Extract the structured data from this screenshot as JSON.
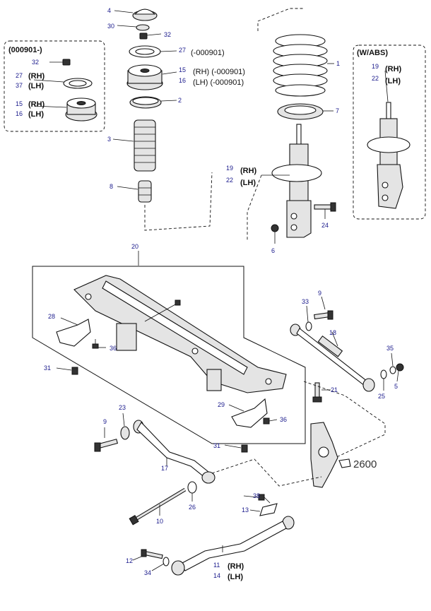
{
  "callouts": {
    "c1": "1",
    "c2": "2",
    "c3": "3",
    "c4": "4",
    "c5": "5",
    "c6": "6",
    "c7": "7",
    "c8": "8",
    "c9a": "9",
    "c9b": "9",
    "c10": "10",
    "c11": "11",
    "c12": "12",
    "c13": "13",
    "c14": "14",
    "c15a": "15",
    "c15b": "15",
    "c16a": "16",
    "c16b": "16",
    "c17": "17",
    "c18": "18",
    "c19a": "19",
    "c19b": "19",
    "c20": "20",
    "c21": "21",
    "c22a": "22",
    "c22b": "22",
    "c23": "23",
    "c24": "24",
    "c25": "25",
    "c26": "26",
    "c27a": "27",
    "c27b": "27",
    "c28": "28",
    "c29": "29",
    "c30": "30",
    "c31a": "31",
    "c31b": "31",
    "c32a": "32",
    "c32b": "32",
    "c33": "33",
    "c34": "34",
    "c35": "35",
    "c36a": "36",
    "c36b": "36",
    "c37": "37",
    "c38": "38"
  },
  "labels": {
    "box_000901": "(000901-)",
    "box_wabs": "(W/ABS)",
    "rh": "(RH)",
    "lh": "(LH)",
    "range_27": "(-000901)",
    "rh_range": "(RH) (-000901)",
    "lh_range": "(LH) (-000901)",
    "ref_2600": "2600"
  }
}
